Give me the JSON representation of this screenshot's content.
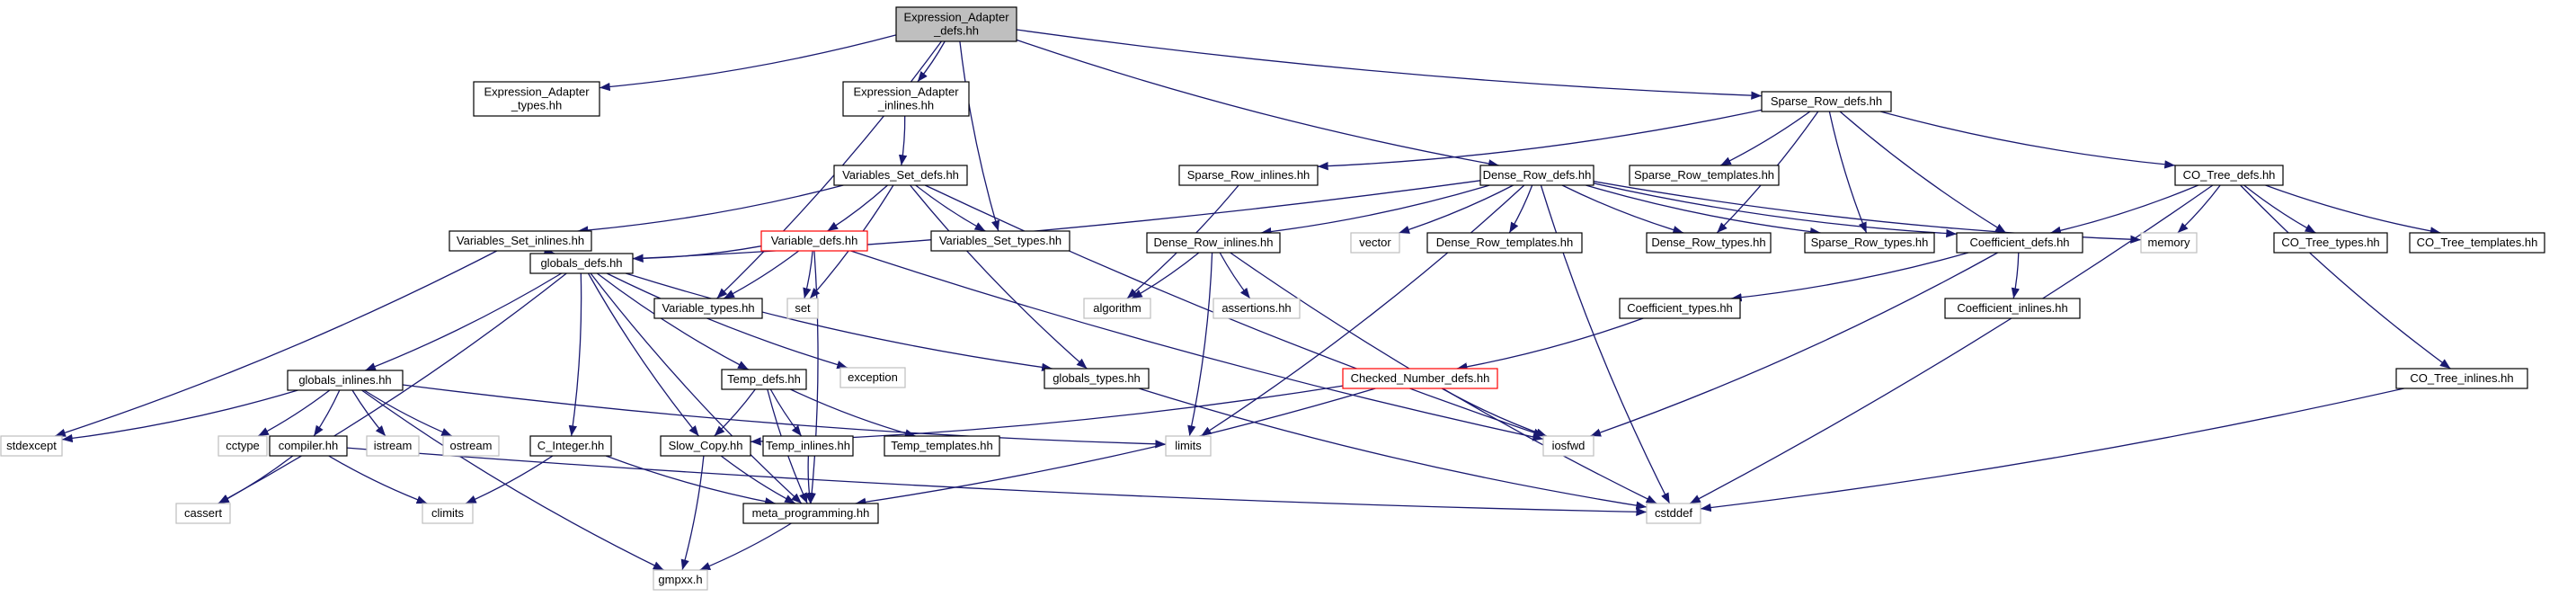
{
  "colors": {
    "edge": "#191970",
    "root_fill": "#bfbfbf",
    "linked_border": "#000000",
    "missing_border": "#bfbfbf",
    "truncated_border": "#ff0000",
    "background": "#ffffff"
  },
  "nodes": [
    {
      "id": "root",
      "lines": [
        "Expression_Adapter",
        "_defs.hh"
      ],
      "kind": "root"
    },
    {
      "id": "ea_types",
      "lines": [
        "Expression_Adapter",
        "_types.hh"
      ],
      "kind": "linked"
    },
    {
      "id": "ea_inlines",
      "lines": [
        "Expression_Adapter",
        "_inlines.hh"
      ],
      "kind": "linked"
    },
    {
      "id": "vs_defs",
      "lines": [
        "Variables_Set_defs.hh"
      ],
      "kind": "linked"
    },
    {
      "id": "vs_inlines",
      "lines": [
        "Variables_Set_inlines.hh"
      ],
      "kind": "linked"
    },
    {
      "id": "var_defs",
      "lines": [
        "Variable_defs.hh"
      ],
      "kind": "truncated"
    },
    {
      "id": "vs_types",
      "lines": [
        "Variables_Set_types.hh"
      ],
      "kind": "linked"
    },
    {
      "id": "var_types",
      "lines": [
        "Variable_types.hh"
      ],
      "kind": "linked"
    },
    {
      "id": "set",
      "lines": [
        "set"
      ],
      "kind": "missing"
    },
    {
      "id": "globals_defs",
      "lines": [
        "globals_defs.hh"
      ],
      "kind": "linked"
    },
    {
      "id": "globals_inlines",
      "lines": [
        "globals_inlines.hh"
      ],
      "kind": "linked"
    },
    {
      "id": "globals_types",
      "lines": [
        "globals_types.hh"
      ],
      "kind": "linked"
    },
    {
      "id": "temp_defs",
      "lines": [
        "Temp_defs.hh"
      ],
      "kind": "linked"
    },
    {
      "id": "exception",
      "lines": [
        "exception"
      ],
      "kind": "missing"
    },
    {
      "id": "stdexcept",
      "lines": [
        "stdexcept"
      ],
      "kind": "missing"
    },
    {
      "id": "cctype",
      "lines": [
        "cctype"
      ],
      "kind": "missing"
    },
    {
      "id": "compiler",
      "lines": [
        "compiler.hh"
      ],
      "kind": "linked"
    },
    {
      "id": "istream",
      "lines": [
        "istream"
      ],
      "kind": "missing"
    },
    {
      "id": "ostream",
      "lines": [
        "ostream"
      ],
      "kind": "missing"
    },
    {
      "id": "c_integer",
      "lines": [
        "C_Integer.hh"
      ],
      "kind": "linked"
    },
    {
      "id": "slow_copy",
      "lines": [
        "Slow_Copy.hh"
      ],
      "kind": "linked"
    },
    {
      "id": "temp_inlines",
      "lines": [
        "Temp_inlines.hh"
      ],
      "kind": "linked"
    },
    {
      "id": "temp_templates",
      "lines": [
        "Temp_templates.hh"
      ],
      "kind": "linked"
    },
    {
      "id": "cassert",
      "lines": [
        "cassert"
      ],
      "kind": "missing"
    },
    {
      "id": "climits",
      "lines": [
        "climits"
      ],
      "kind": "missing"
    },
    {
      "id": "meta_prog",
      "lines": [
        "meta_programming.hh"
      ],
      "kind": "linked"
    },
    {
      "id": "gmpxx",
      "lines": [
        "gmpxx.h"
      ],
      "kind": "missing"
    },
    {
      "id": "sr_defs",
      "lines": [
        "Sparse_Row_defs.hh"
      ],
      "kind": "linked"
    },
    {
      "id": "sr_inlines",
      "lines": [
        "Sparse_Row_inlines.hh"
      ],
      "kind": "linked"
    },
    {
      "id": "dr_defs",
      "lines": [
        "Dense_Row_defs.hh"
      ],
      "kind": "linked"
    },
    {
      "id": "sr_templates",
      "lines": [
        "Sparse_Row_templates.hh"
      ],
      "kind": "linked"
    },
    {
      "id": "co_tree_defs",
      "lines": [
        "CO_Tree_defs.hh"
      ],
      "kind": "linked"
    },
    {
      "id": "dr_inlines",
      "lines": [
        "Dense_Row_inlines.hh"
      ],
      "kind": "linked"
    },
    {
      "id": "vector",
      "lines": [
        "vector"
      ],
      "kind": "missing"
    },
    {
      "id": "dr_templates",
      "lines": [
        "Dense_Row_templates.hh"
      ],
      "kind": "linked"
    },
    {
      "id": "dr_types",
      "lines": [
        "Dense_Row_types.hh"
      ],
      "kind": "linked"
    },
    {
      "id": "sr_types",
      "lines": [
        "Sparse_Row_types.hh"
      ],
      "kind": "linked"
    },
    {
      "id": "coef_defs",
      "lines": [
        "Coefficient_defs.hh"
      ],
      "kind": "linked"
    },
    {
      "id": "memory",
      "lines": [
        "memory"
      ],
      "kind": "missing"
    },
    {
      "id": "co_tree_types",
      "lines": [
        "CO_Tree_types.hh"
      ],
      "kind": "linked"
    },
    {
      "id": "co_tree_templates",
      "lines": [
        "CO_Tree_templates.hh"
      ],
      "kind": "linked"
    },
    {
      "id": "algorithm",
      "lines": [
        "algorithm"
      ],
      "kind": "missing"
    },
    {
      "id": "assertions",
      "lines": [
        "assertions.hh"
      ],
      "kind": "missing"
    },
    {
      "id": "coef_types",
      "lines": [
        "Coefficient_types.hh"
      ],
      "kind": "linked"
    },
    {
      "id": "coef_inlines",
      "lines": [
        "Coefficient_inlines.hh"
      ],
      "kind": "linked"
    },
    {
      "id": "checked_number",
      "lines": [
        "Checked_Number_defs.hh"
      ],
      "kind": "truncated"
    },
    {
      "id": "co_tree_inlines",
      "lines": [
        "CO_Tree_inlines.hh"
      ],
      "kind": "linked"
    },
    {
      "id": "limits",
      "lines": [
        "limits"
      ],
      "kind": "missing"
    },
    {
      "id": "iosfwd",
      "lines": [
        "iosfwd"
      ],
      "kind": "missing"
    },
    {
      "id": "cstddef",
      "lines": [
        "cstddef"
      ],
      "kind": "missing"
    }
  ],
  "edges": [
    [
      "root",
      "ea_types"
    ],
    [
      "root",
      "ea_inlines"
    ],
    [
      "root",
      "var_types"
    ],
    [
      "root",
      "vs_types"
    ],
    [
      "root",
      "dr_defs"
    ],
    [
      "root",
      "sr_defs"
    ],
    [
      "ea_inlines",
      "vs_defs"
    ],
    [
      "vs_defs",
      "vs_inlines"
    ],
    [
      "vs_defs",
      "var_defs"
    ],
    [
      "vs_defs",
      "vs_types"
    ],
    [
      "vs_defs",
      "set"
    ],
    [
      "vs_defs",
      "globals_types"
    ],
    [
      "vs_defs",
      "iosfwd"
    ],
    [
      "vs_inlines",
      "globals_defs"
    ],
    [
      "vs_inlines",
      "stdexcept"
    ],
    [
      "var_defs",
      "var_types"
    ],
    [
      "var_defs",
      "set"
    ],
    [
      "var_defs",
      "globals_defs"
    ],
    [
      "var_defs",
      "meta_prog"
    ],
    [
      "var_defs",
      "iosfwd"
    ],
    [
      "globals_defs",
      "globals_inlines"
    ],
    [
      "globals_defs",
      "globals_types"
    ],
    [
      "globals_defs",
      "temp_defs"
    ],
    [
      "globals_defs",
      "exception"
    ],
    [
      "globals_defs",
      "c_integer"
    ],
    [
      "globals_defs",
      "slow_copy"
    ],
    [
      "globals_defs",
      "meta_prog"
    ],
    [
      "globals_defs",
      "cassert"
    ],
    [
      "globals_inlines",
      "stdexcept"
    ],
    [
      "globals_inlines",
      "cctype"
    ],
    [
      "globals_inlines",
      "compiler"
    ],
    [
      "globals_inlines",
      "istream"
    ],
    [
      "globals_inlines",
      "ostream"
    ],
    [
      "globals_inlines",
      "limits"
    ],
    [
      "globals_inlines",
      "gmpxx"
    ],
    [
      "temp_defs",
      "temp_inlines"
    ],
    [
      "temp_defs",
      "temp_templates"
    ],
    [
      "temp_defs",
      "slow_copy"
    ],
    [
      "temp_defs",
      "meta_prog"
    ],
    [
      "globals_types",
      "cstddef"
    ],
    [
      "compiler",
      "cassert"
    ],
    [
      "compiler",
      "climits"
    ],
    [
      "compiler",
      "cstddef"
    ],
    [
      "c_integer",
      "climits"
    ],
    [
      "c_integer",
      "meta_prog"
    ],
    [
      "slow_copy",
      "meta_prog"
    ],
    [
      "slow_copy",
      "gmpxx"
    ],
    [
      "temp_inlines",
      "meta_prog"
    ],
    [
      "meta_prog",
      "gmpxx"
    ],
    [
      "sr_defs",
      "sr_inlines"
    ],
    [
      "sr_defs",
      "sr_templates"
    ],
    [
      "sr_defs",
      "co_tree_defs"
    ],
    [
      "sr_defs",
      "dr_types"
    ],
    [
      "sr_defs",
      "sr_types"
    ],
    [
      "sr_defs",
      "coef_defs"
    ],
    [
      "sr_inlines",
      "algorithm"
    ],
    [
      "dr_defs",
      "globals_defs"
    ],
    [
      "dr_defs",
      "dr_inlines"
    ],
    [
      "dr_defs",
      "vector"
    ],
    [
      "dr_defs",
      "dr_templates"
    ],
    [
      "dr_defs",
      "dr_types"
    ],
    [
      "dr_defs",
      "sr_types"
    ],
    [
      "dr_defs",
      "coef_defs"
    ],
    [
      "dr_defs",
      "memory"
    ],
    [
      "dr_defs",
      "limits"
    ],
    [
      "dr_defs",
      "cstddef"
    ],
    [
      "dr_inlines",
      "algorithm"
    ],
    [
      "dr_inlines",
      "assertions"
    ],
    [
      "dr_inlines",
      "limits"
    ],
    [
      "dr_inlines",
      "cstddef"
    ],
    [
      "co_tree_defs",
      "coef_defs"
    ],
    [
      "co_tree_defs",
      "memory"
    ],
    [
      "co_tree_defs",
      "co_tree_types"
    ],
    [
      "co_tree_defs",
      "co_tree_templates"
    ],
    [
      "co_tree_defs",
      "co_tree_inlines"
    ],
    [
      "co_tree_defs",
      "cstddef"
    ],
    [
      "coef_defs",
      "coef_types"
    ],
    [
      "coef_defs",
      "coef_inlines"
    ],
    [
      "coef_defs",
      "iosfwd"
    ],
    [
      "coef_types",
      "checked_number"
    ],
    [
      "checked_number",
      "slow_copy"
    ],
    [
      "checked_number",
      "meta_prog"
    ],
    [
      "checked_number",
      "iosfwd"
    ],
    [
      "co_tree_inlines",
      "cstddef"
    ]
  ]
}
